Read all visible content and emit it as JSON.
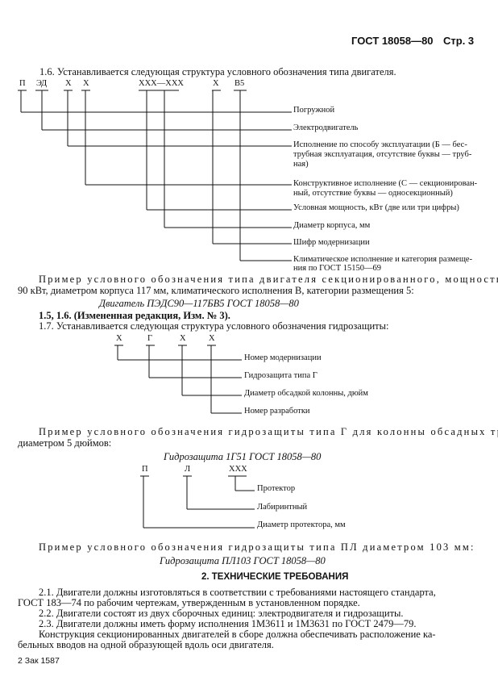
{
  "header": {
    "title": "ГОСТ 18058—80",
    "page": "Стр. 3"
  },
  "s1": {
    "intro": "1.6. Устанавливается следующая структура условного обозначения типа двигателя.",
    "codes": [
      "П",
      "ЭД",
      "Х",
      "Х",
      "ХХХ—ХХХ",
      "Х",
      "В5"
    ],
    "labels": [
      "Погружной",
      "Электродвигатель",
      "Исполнение по способу эксплуатации (Б — бес-",
      "трубная эксплуатация, отсутствие буквы — труб-",
      "ная)",
      "Конструктивное исполнение (С — секционирован-",
      "ный, отсутствие буквы — односекционный)",
      "Условная мощность, кВт (две или три цифры)",
      "Диаметр корпуса, мм",
      "Шифр модернизации",
      "Климатическое исполнение и категория размеще-",
      "ния по ГОСТ 15150—69"
    ],
    "example_1": "Пример условного обозначения типа двигателя секционированного, мощностью",
    "example_2": "90 кВт, диаметром корпуса 117 мм, климатического исполнения В, категории размещения 5:",
    "designation": "Двигатель ПЭДС90—117БВ5 ГОСТ 18058—80",
    "edition": "1.5, 1.6. (Измененная редакция, Изм. № 3).",
    "p17": "1.7. Устанавливается следующая структура условного обозначения гидрозащиты:"
  },
  "s2": {
    "codes": [
      "Х",
      "Г",
      "Х",
      "Х"
    ],
    "labels": [
      "Номер модернизации",
      "Гидрозащита типа Г",
      "Диаметр обсадкой колонны, дюйм",
      "Номер разработки"
    ],
    "example_1": "Пример условного обозначения гидрозащиты типа Г для колонны обсадных труб",
    "example_2": "диаметром 5 дюймов:",
    "designation": "Гидрозащита 1Г51 ГОСТ 18058—80"
  },
  "s3": {
    "codes": [
      "П",
      "Л",
      "ХХХ"
    ],
    "labels": [
      "Протектор",
      "Лабиринтный",
      "Диаметр протектора, мм"
    ],
    "example": "Пример условного обозначения гидрозащиты типа ПЛ диаметром 103 мм:",
    "designation": "Гидрозащита ПЛ103 ГОСТ 18058—80"
  },
  "section2": {
    "heading": "2. ТЕХНИЧЕСКИЕ ТРЕБОВАНИЯ",
    "lines": [
      "2.1. Двигатели должны изготовляться в соответствии с требованиями настоящего стандарта,",
      "ГОСТ 183—74 по рабочим чертежам, утвержденным в установленном порядке.",
      "2.2. Двигатели состоят из двух сборочных единиц: электродвигателя и гидрозащиты.",
      "2.3. Двигатели должны иметь форму исполнения 1М3611 и 1М3631 по ГОСТ 2479—79.",
      "Конструкция секционированных двигателей в сборе должна обеспечивать расположение ка-",
      "бельных вводов на одной образующей вдоль оси двигателя."
    ]
  },
  "footer": "2 Зак 1587"
}
